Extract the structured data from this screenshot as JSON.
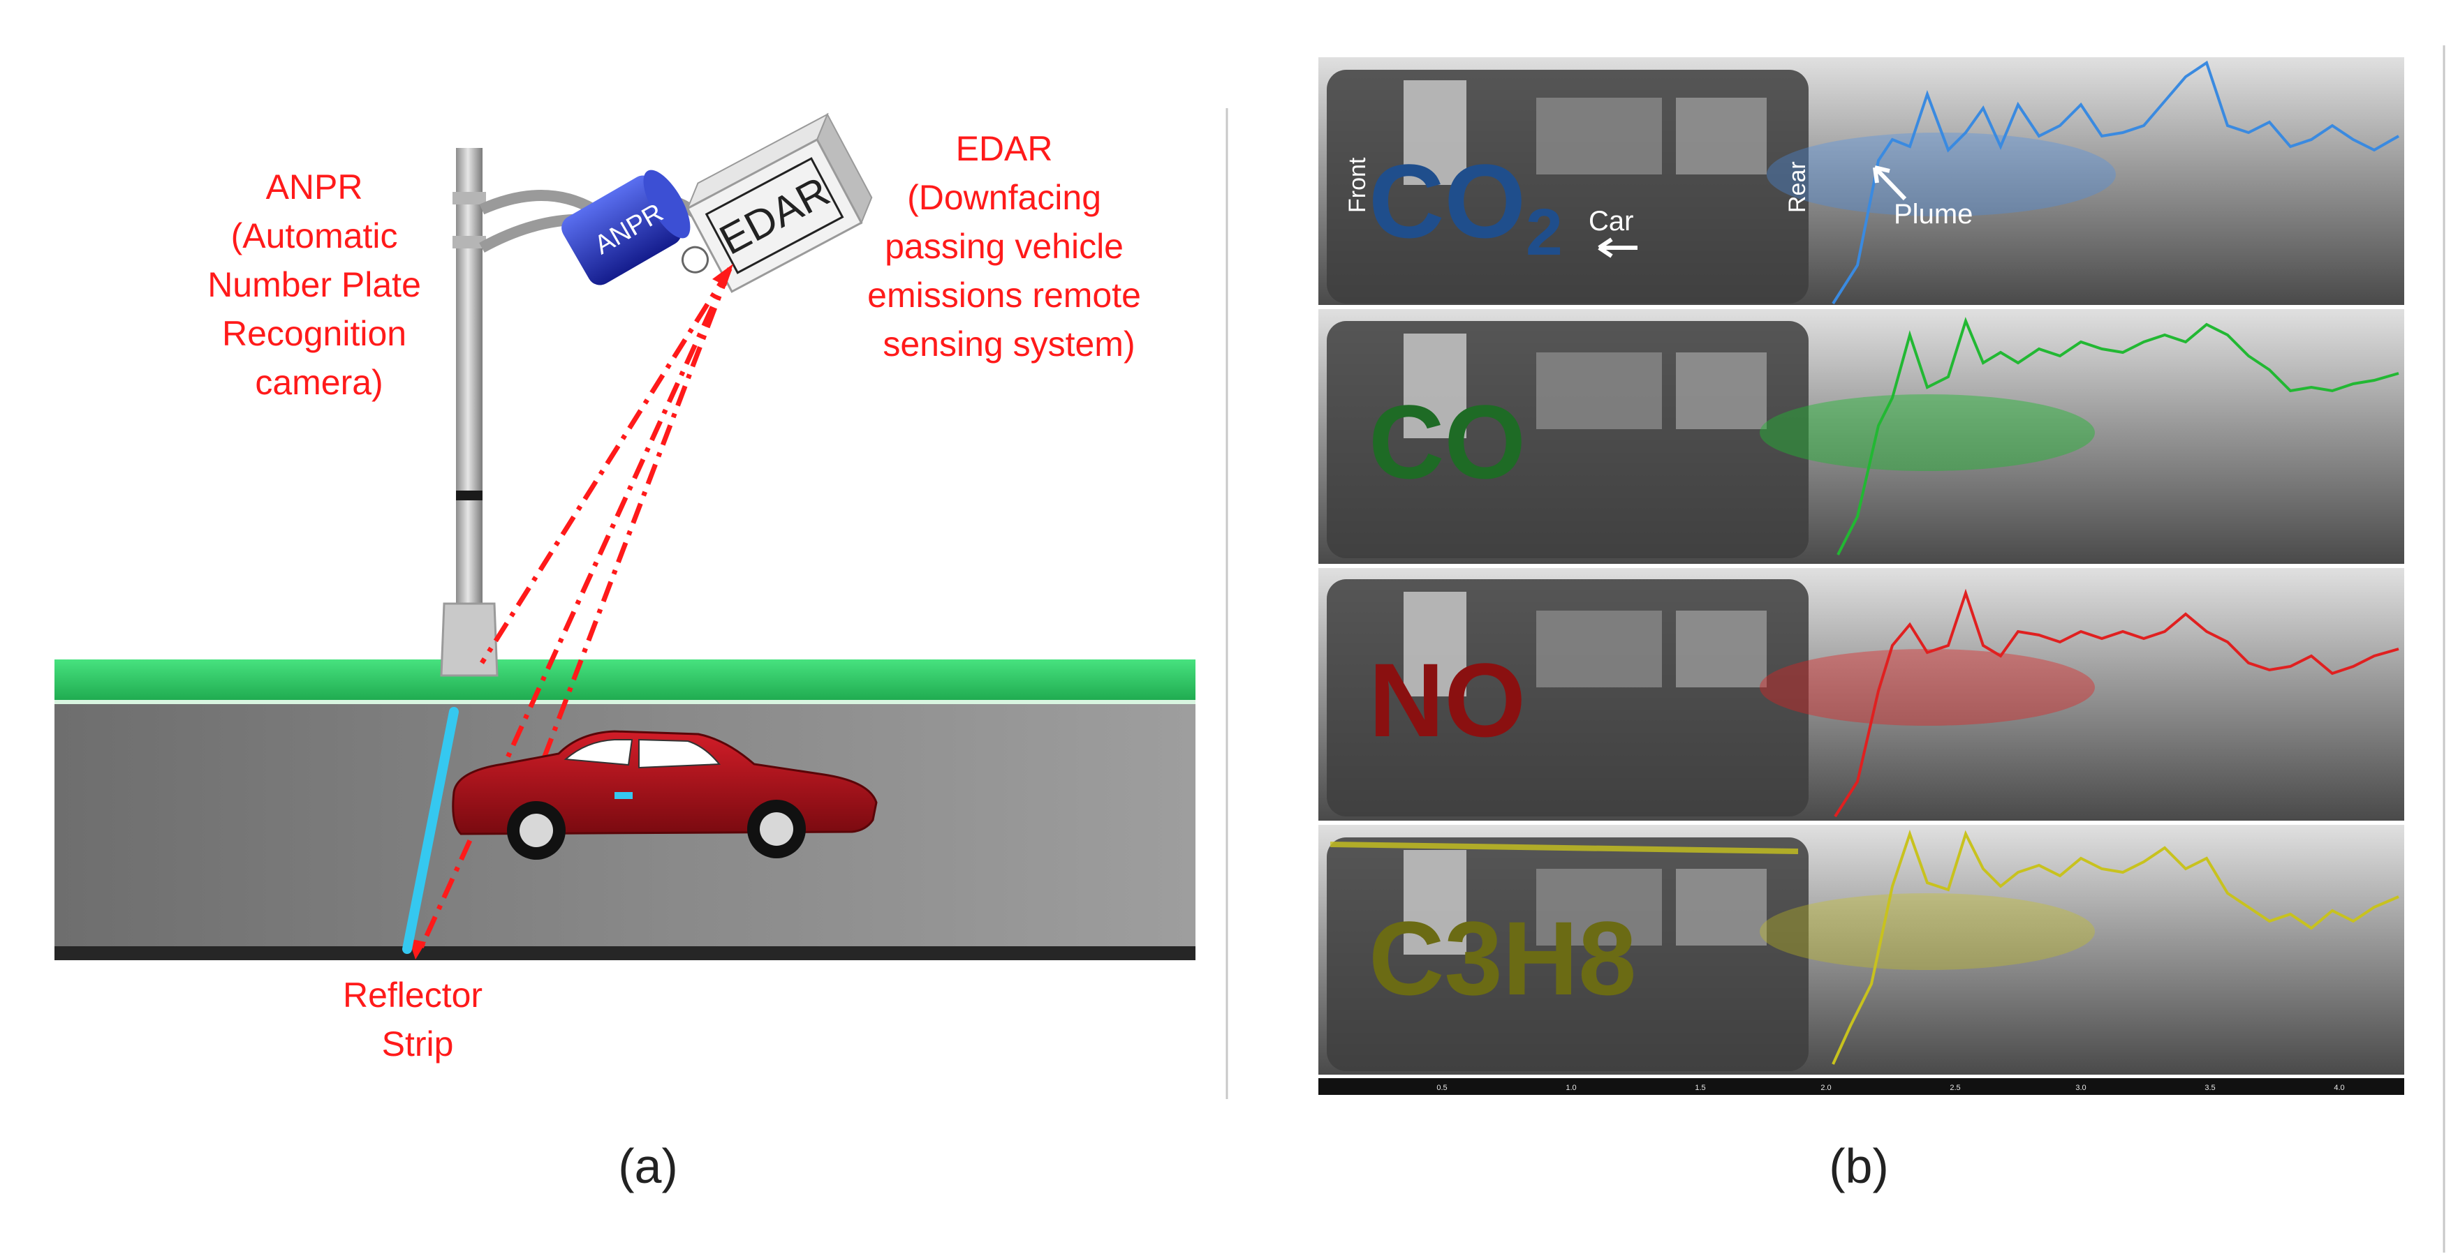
{
  "panel_a": {
    "caption": "(a)",
    "anpr_label_lines": [
      "ANPR",
      "(Automatic",
      "Number Plate",
      "Recognition",
      "camera)"
    ],
    "edar_label_lines": [
      "EDAR",
      "(Downfacing",
      "passing vehicle",
      "emissions remote",
      "sensing system)"
    ],
    "reflector_label_lines": [
      "Reflector",
      "Strip"
    ],
    "anpr_device_text": "ANPR",
    "edar_device_text": "EDAR",
    "colors": {
      "label_red": "#ff1a1a",
      "grass_green": "#2fd36b",
      "road_grey": "#7d7d7d",
      "reflector_cyan": "#35c8f0",
      "car_red": "#b0101a"
    }
  },
  "panel_b": {
    "caption": "(b)",
    "front_label": "Front",
    "rear_label": "Rear",
    "car_label": "Car",
    "plume_label": "Plume",
    "gases": [
      {
        "id": "co2",
        "base": "CO",
        "sub": "2",
        "color": "#1f4e8c",
        "trace_color": "#4a90e8"
      },
      {
        "id": "co",
        "base": "CO",
        "sub": "",
        "color": "#1e6b25",
        "trace_color": "#22b833"
      },
      {
        "id": "no",
        "base": "NO",
        "sub": "",
        "color": "#8a1010",
        "trace_color": "#e02020"
      },
      {
        "id": "c3h8",
        "base": "C3H8",
        "sub": "",
        "color": "#6b6b14",
        "trace_color": "#c8c21e"
      }
    ],
    "x_ticks": [
      "0.5",
      "1.0",
      "1.5",
      "2.0",
      "2.5",
      "3.0",
      "3.5",
      "4.0"
    ]
  }
}
